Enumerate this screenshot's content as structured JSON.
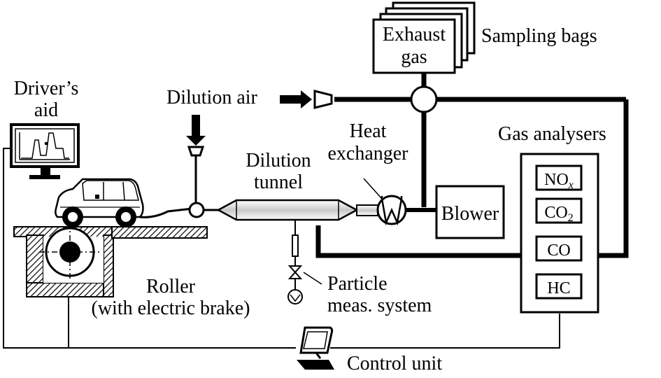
{
  "labels": {
    "drivers_aid": [
      "Driver’s",
      "aid"
    ],
    "dilution_air": "Dilution air",
    "exhaust_gas": [
      "Exhaust",
      "gas"
    ],
    "sampling_bags": "Sampling bags",
    "heat_exchanger": [
      "Heat",
      "exchanger"
    ],
    "dilution_tunnel": [
      "Dilution",
      "tunnel"
    ],
    "gas_analysers": "Gas analysers",
    "blower": "Blower",
    "particle_system": [
      "Particle",
      "meas. system"
    ],
    "roller": [
      "Roller",
      "(with electric brake)"
    ],
    "control_unit": "Control unit"
  },
  "analysers": [
    {
      "base": "NO",
      "sub": "x",
      "italic_sub": true
    },
    {
      "base": "CO",
      "sub": "2",
      "italic_sub": false
    },
    {
      "base": "CO",
      "sub": "",
      "italic_sub": false
    },
    {
      "base": "HC",
      "sub": "",
      "italic_sub": false
    }
  ],
  "colors": {
    "ink": "#000000",
    "paper": "#ffffff",
    "shade": "#c8c8c8"
  }
}
